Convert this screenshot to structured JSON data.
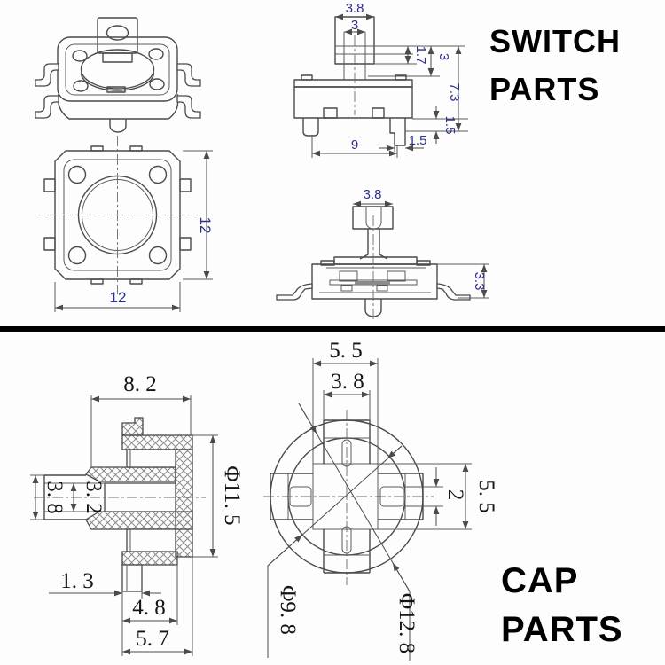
{
  "titles": {
    "switch_line1": "SWITCH",
    "switch_line2": "PARTS",
    "cap_line1": "CAP",
    "cap_line2": "PARTS"
  },
  "dims": {
    "front": {
      "stem_outer_width": "3.8",
      "stem_inner_width": "3",
      "step_height": "1.7",
      "stem_height": "3",
      "total_height": "7.3",
      "leg_height": "1.5",
      "leg_width": "1.5",
      "lead_span": "9"
    },
    "top": {
      "body_width": "12",
      "body_height": "12"
    },
    "side": {
      "stem_width": "3.8",
      "body_height": "3.3"
    },
    "cap_section": {
      "top_width": "8. 2",
      "hole_height": "3. 2",
      "stem_height": "3. 8",
      "outer_diameter": "Φ11. 5",
      "rim_offset": "1. 3",
      "skirt_width": "4. 8",
      "base_width": "5. 7"
    },
    "cap_bottom": {
      "hub_width": "5. 5",
      "slot_width": "3. 8",
      "hub_height": "5. 5",
      "rib_slot_height": "2",
      "inner_diameter": "Φ9. 8",
      "outer_diameter": "Φ12. 8"
    }
  },
  "colors": {
    "switch_dim_text": "#2f2f8f",
    "cap_dim_text": "#141414",
    "drawing_line": "#4a4a4a",
    "divider": "#000000",
    "title_text": "#000000",
    "background": "#fdfdfd"
  }
}
